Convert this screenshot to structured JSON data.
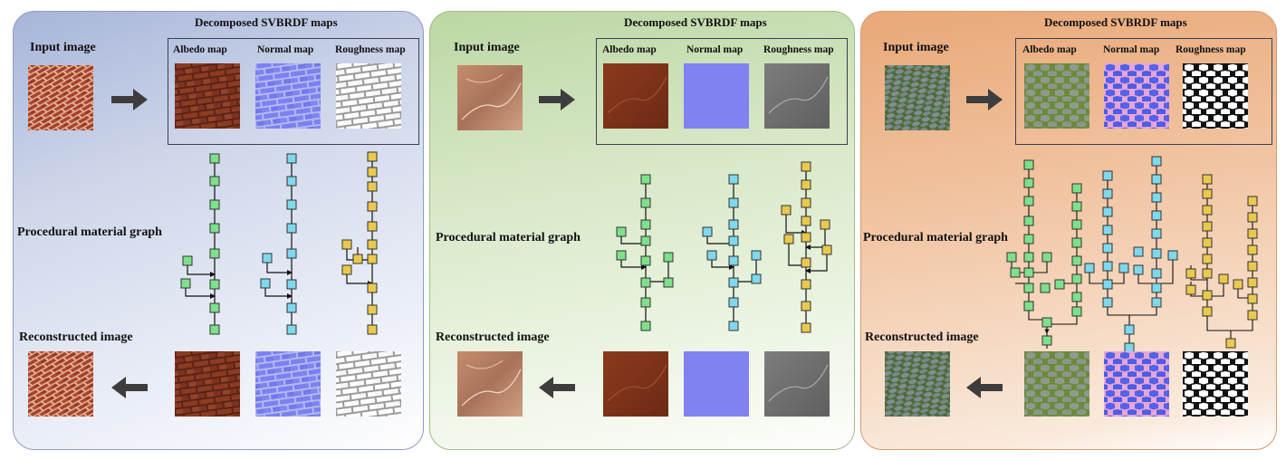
{
  "panels": [
    {
      "id": "brick",
      "title": "Decomposed SVBRDF maps",
      "input_label": "Input image",
      "graph_label": "Procedural material graph",
      "recon_label": "Reconstructed image",
      "maps": [
        "Albedo map",
        "Normal map",
        "Roughness map"
      ]
    },
    {
      "id": "leather",
      "title": "Decomposed SVBRDF maps",
      "input_label": "Input image",
      "graph_label": "Procedural material graph",
      "recon_label": "Reconstructed image",
      "maps": [
        "Albedo map",
        "Normal map",
        "Roughness map"
      ]
    },
    {
      "id": "hex",
      "title": "Decomposed SVBRDF maps",
      "input_label": "Input image",
      "graph_label": "Procedural material graph",
      "recon_label": "Reconstructed image",
      "maps": [
        "Albedo map",
        "Normal map",
        "Roughness map"
      ]
    }
  ],
  "colors": {
    "albedo_node": "#7ee08a",
    "normal_node": "#7fd8ec",
    "roughness_node": "#eac94e",
    "arrow": "#3d3d3d"
  }
}
